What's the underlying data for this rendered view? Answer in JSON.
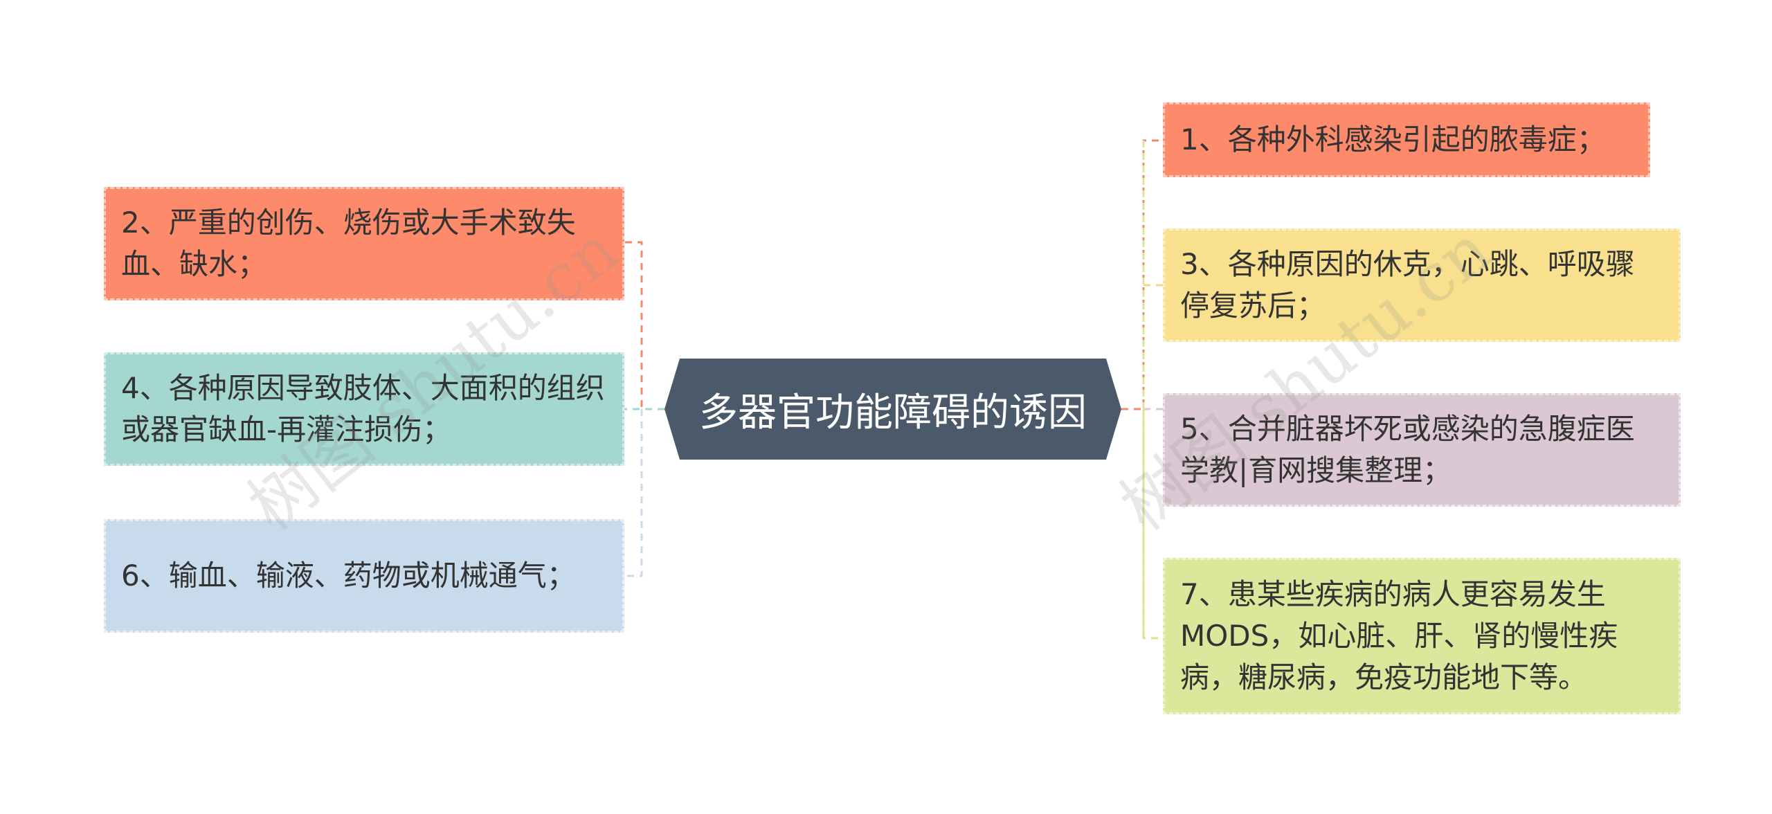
{
  "center": {
    "label": "多器官功能障碍的诱因",
    "color": "#4a5a6a"
  },
  "nodes_left": [
    {
      "text": "2、严重的创伤、烧伤或大手术致失血、缺水；",
      "color": "#fd8a6a",
      "line": "#f08a6a"
    },
    {
      "text": "4、各种原因导致肢体、大面积的组织或器官缺血-再灌注损伤；",
      "color": "#a3d7cf",
      "line": "#a3d7cf"
    },
    {
      "text": "6、输血、输液、药物或机械通气；",
      "color": "#c8dbed",
      "line": "#c8dbed"
    }
  ],
  "nodes_right": [
    {
      "text": "1、各种外科感染引起的脓毒症；",
      "color": "#fd8a6a",
      "line": "#f08a6a"
    },
    {
      "text": "3、各种原因的休克，心跳、呼吸骤停复苏后；",
      "color": "#f8e08e",
      "line": "#f2d98a"
    },
    {
      "text": "5、合并脏器坏死或感染的急腹症医学教|育网搜集整理；",
      "color": "#dbc8d3",
      "line": "#dbc8d3"
    },
    {
      "text": "7、患某些疾病的病人更容易发生MODS，如心脏、肝、肾的慢性疾病，糖尿病，免疫功能地下等。",
      "color": "#dbe89b",
      "line": "#d8e58f"
    }
  ],
  "watermarks": [
    "树图 shutu.cn",
    "树图 shutu.cn"
  ]
}
